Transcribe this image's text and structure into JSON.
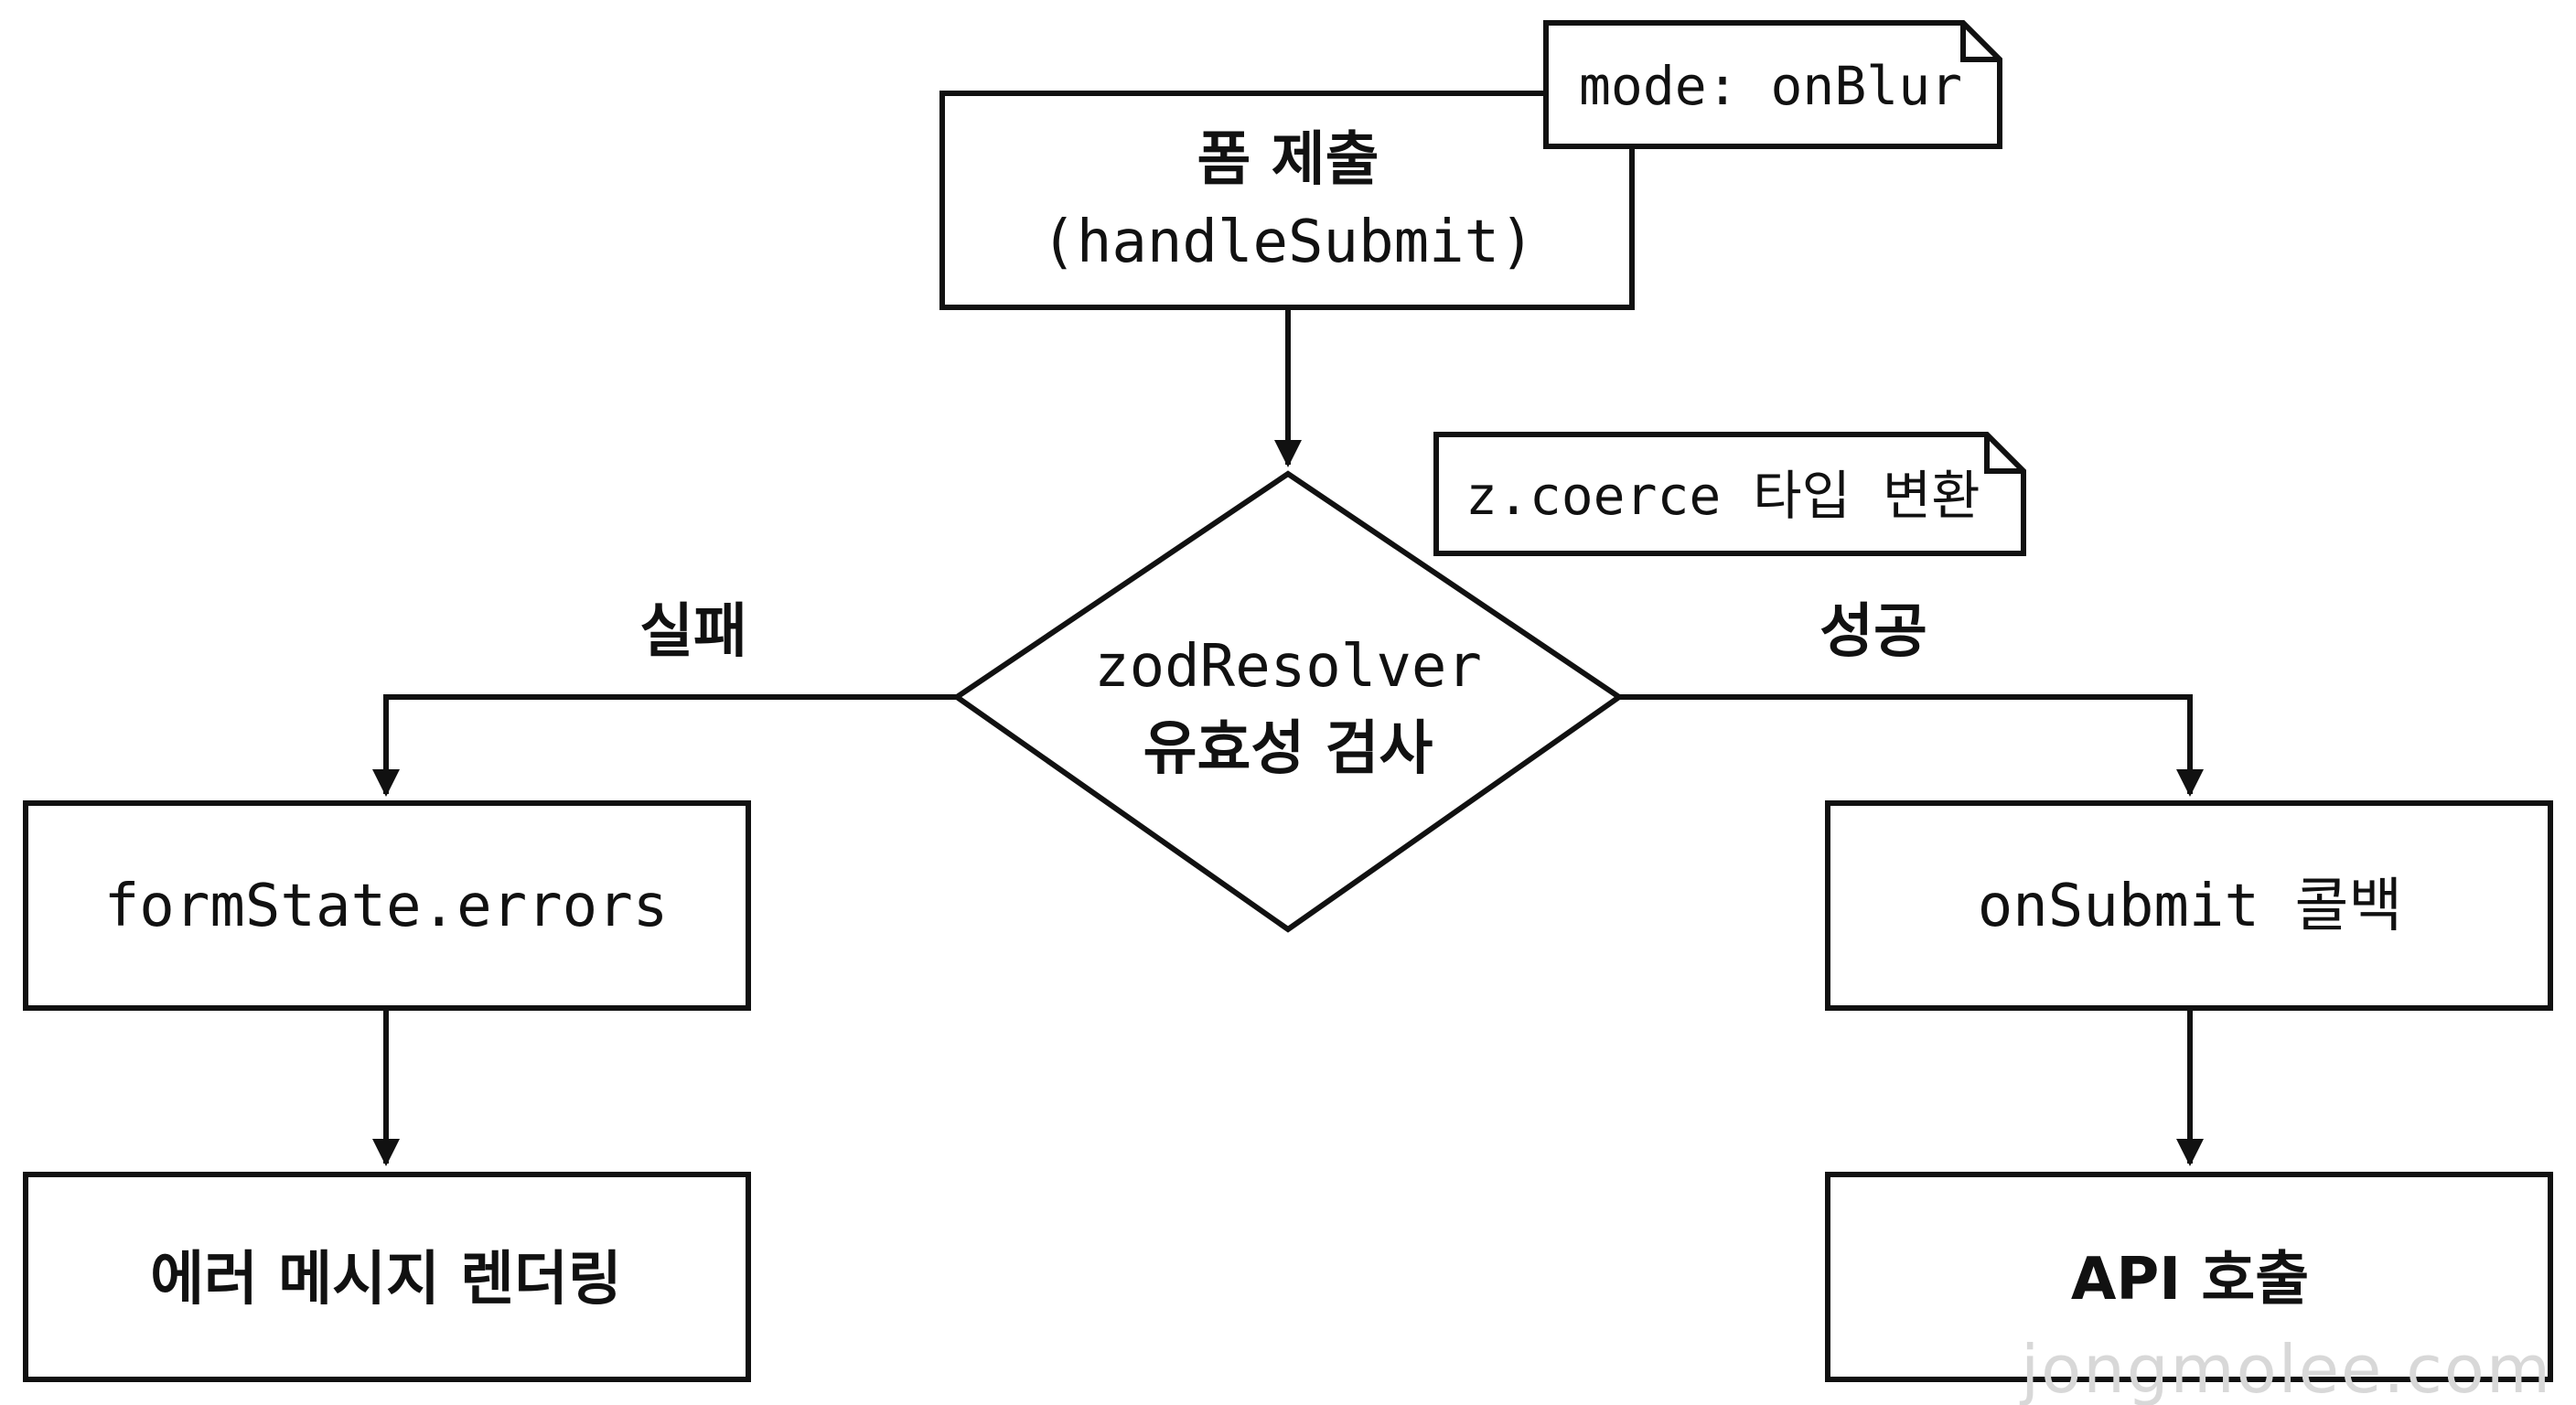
{
  "nodes": {
    "submit": {
      "line1": "폼 제출",
      "line2": "(handleSubmit)"
    },
    "validate": {
      "line1": "zodResolver",
      "line2": "유효성 검사"
    },
    "errors": {
      "label": "formState.errors"
    },
    "render_errors": {
      "label": "에러 메시지 렌더링"
    },
    "callback": {
      "label": "onSubmit 콜백"
    },
    "api": {
      "label": "API 호출"
    }
  },
  "notes": {
    "mode": "mode: onBlur",
    "coerce": "z.coerce 타입 변환"
  },
  "edges": {
    "fail": "실패",
    "success": "성공"
  },
  "watermark": "jongmolee.com"
}
